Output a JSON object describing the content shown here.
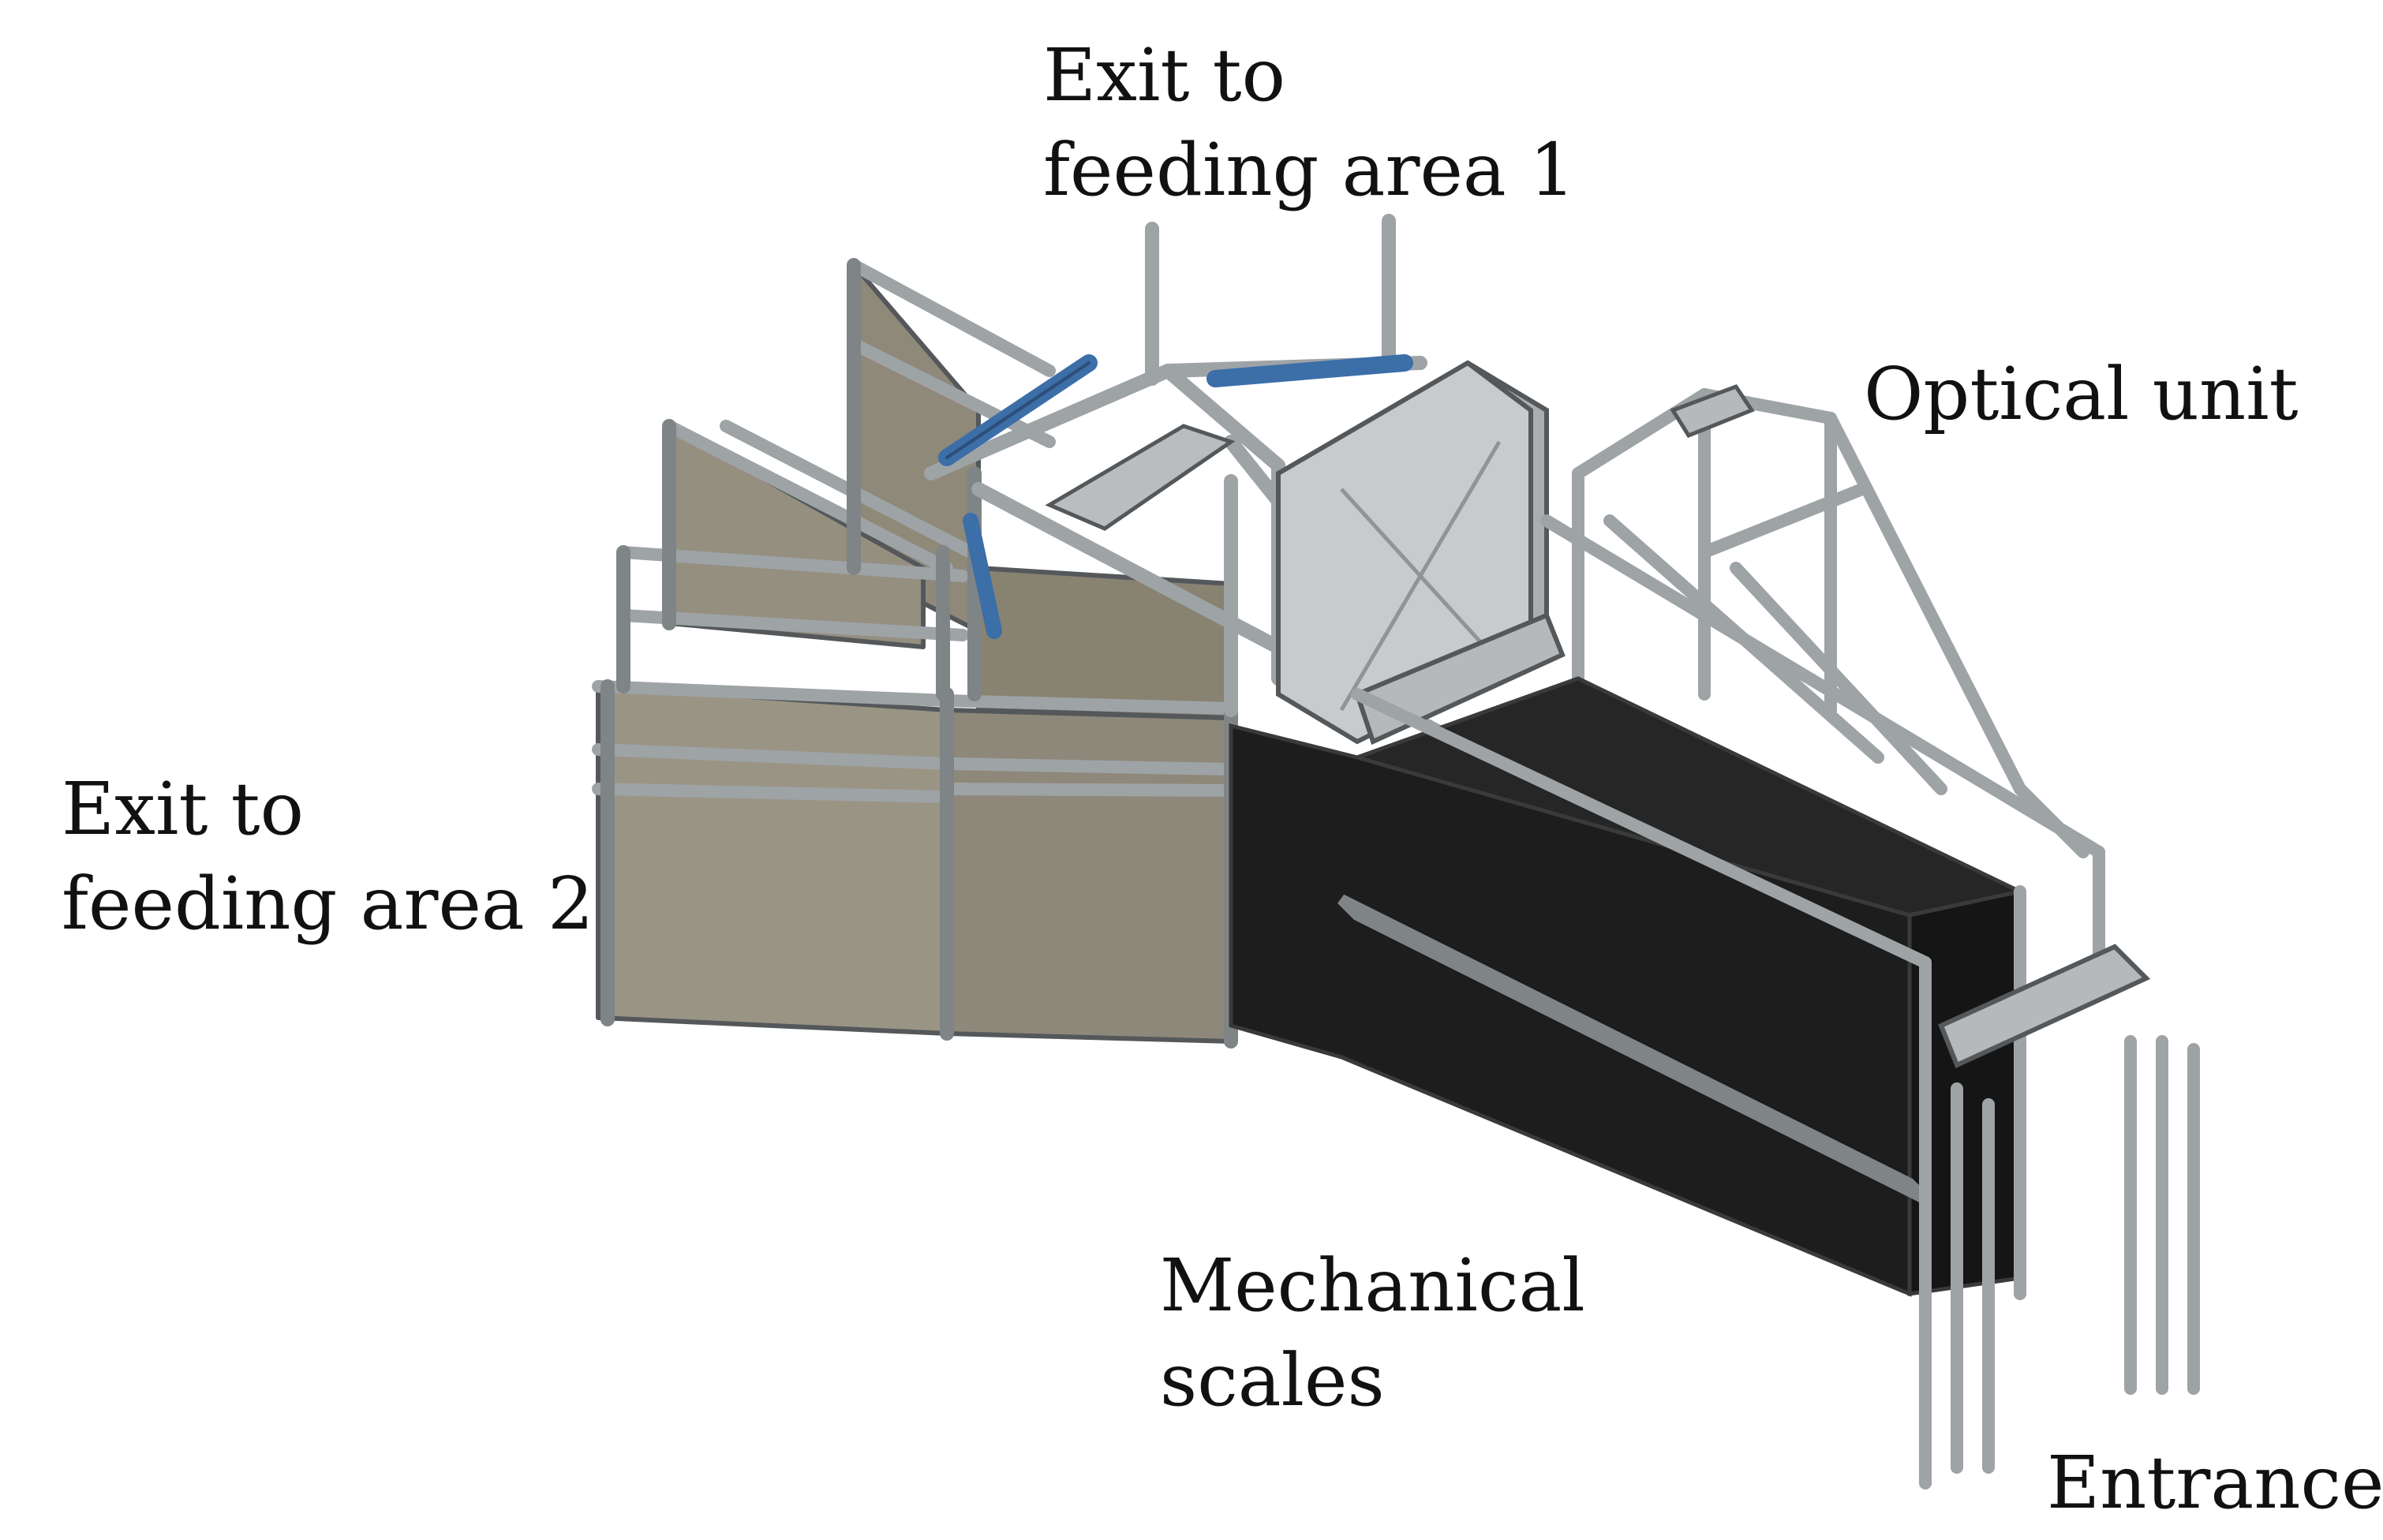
{
  "labels": {
    "exit_1": {
      "line1": "Exit to",
      "line2": "feeding area 1"
    },
    "optical_unit": {
      "line1": "Optical unit"
    },
    "exit_2": {
      "line1": "Exit to",
      "line2": "feeding area 2"
    },
    "mechanical_scales": {
      "line1": "Mechanical",
      "line2": "scales"
    },
    "entrance": {
      "line1": "Entrance"
    }
  },
  "colors": {
    "panel_beige": "#9a9484",
    "panel_dark": "#1d1d1d",
    "frame_grey": "#9ea3a6",
    "frame_edge": "#54585b",
    "gate_blue": "#3c6ea8",
    "box_grey": "#c7cbcd",
    "background": "#ffffff"
  }
}
